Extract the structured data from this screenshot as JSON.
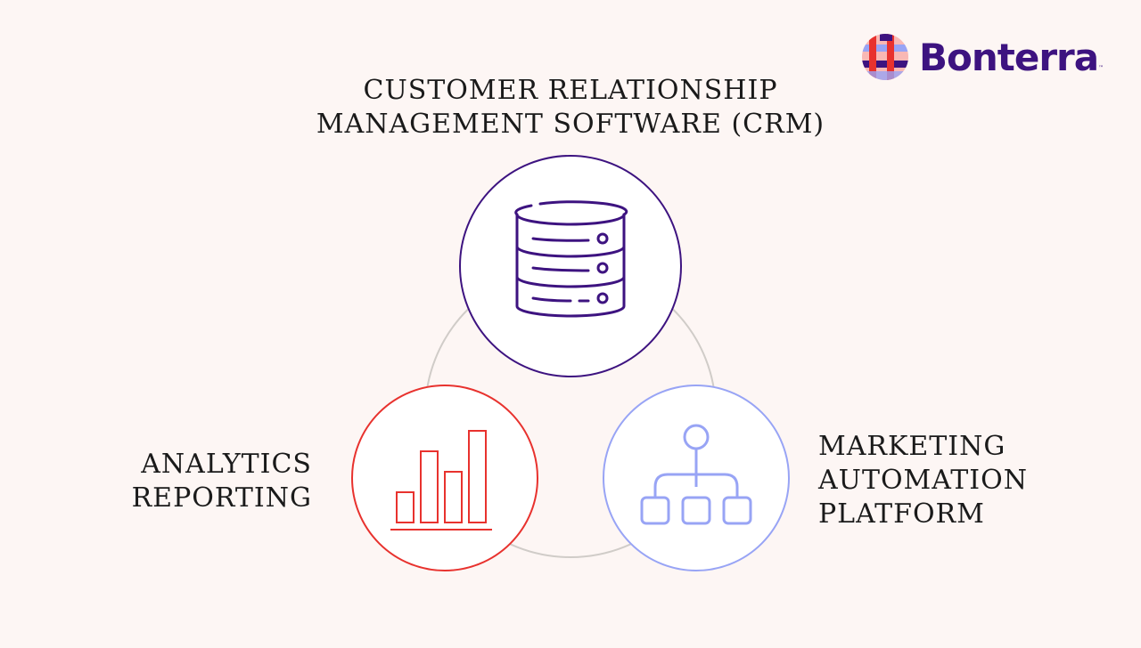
{
  "logo": {
    "text": "Bonterra",
    "tm": "™"
  },
  "nodes": {
    "crm": {
      "lines": [
        "CUSTOMER RELATIONSHIP",
        "MANAGEMENT SOFTWARE (CRM)"
      ],
      "icon": "database-icon",
      "color": "#3d1380"
    },
    "analytics": {
      "lines": [
        "ANALYTICS",
        "REPORTING"
      ],
      "icon": "bar-chart-icon",
      "color": "#e8322e"
    },
    "marketing": {
      "lines": [
        "MARKETING",
        "AUTOMATION",
        "PLATFORM"
      ],
      "icon": "org-chart-icon",
      "color": "#98a4f5"
    }
  },
  "colors": {
    "background": "#fdf6f4",
    "ring": "#d0ccc8"
  }
}
